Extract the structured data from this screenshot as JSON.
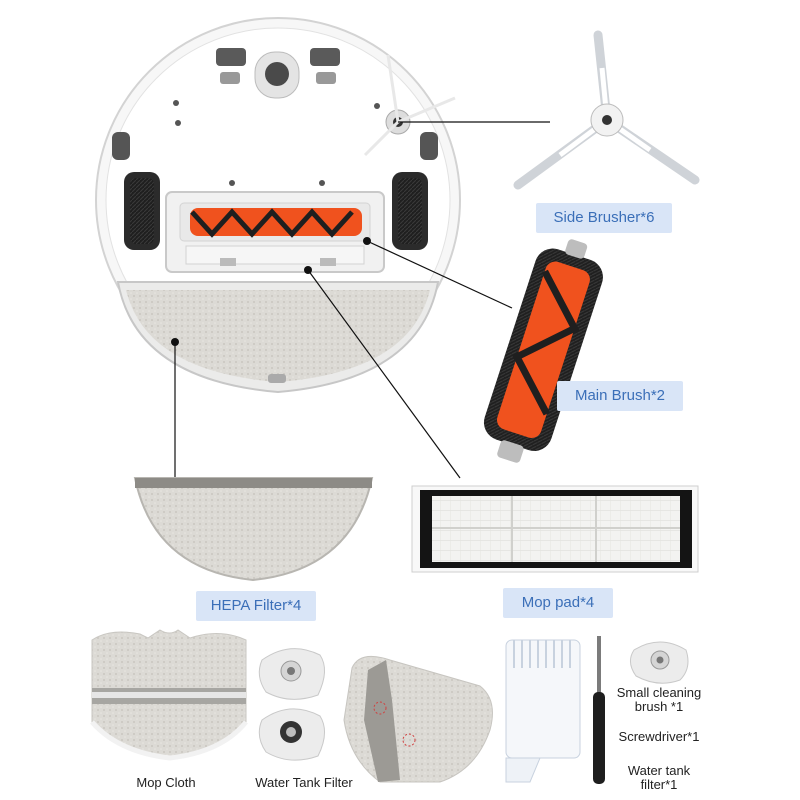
{
  "labels": {
    "side_brush": "Side Brusher*6",
    "main_brush": "Main Brush*2",
    "hepa_left": "HEPA Filter*4",
    "mop_pad": "Mop pad*4"
  },
  "captions": {
    "mop_cloth": "Mop Cloth",
    "water_tank_filter": "Water Tank Filter",
    "small_cleaning_brush_line1": "Small cleaning",
    "small_cleaning_brush_line2": "brush *1",
    "screwdriver": "Screwdriver*1",
    "water_tank_filter_1_line1": "Water tank",
    "water_tank_filter_1_line2": "filter*1"
  },
  "colors": {
    "badge_bg": "#d9e5f7",
    "badge_text": "#3b6fb8",
    "brush_orange": "#f0521e",
    "mop_grey": "#d6d4cf"
  },
  "icons": [
    "robot-vacuum-underside",
    "side-brush-icon",
    "main-brush-icon",
    "hepa-filter-icon",
    "mop-pad-icon",
    "screwdriver-icon",
    "cleaning-comb-icon",
    "water-tank-filter-icon"
  ]
}
